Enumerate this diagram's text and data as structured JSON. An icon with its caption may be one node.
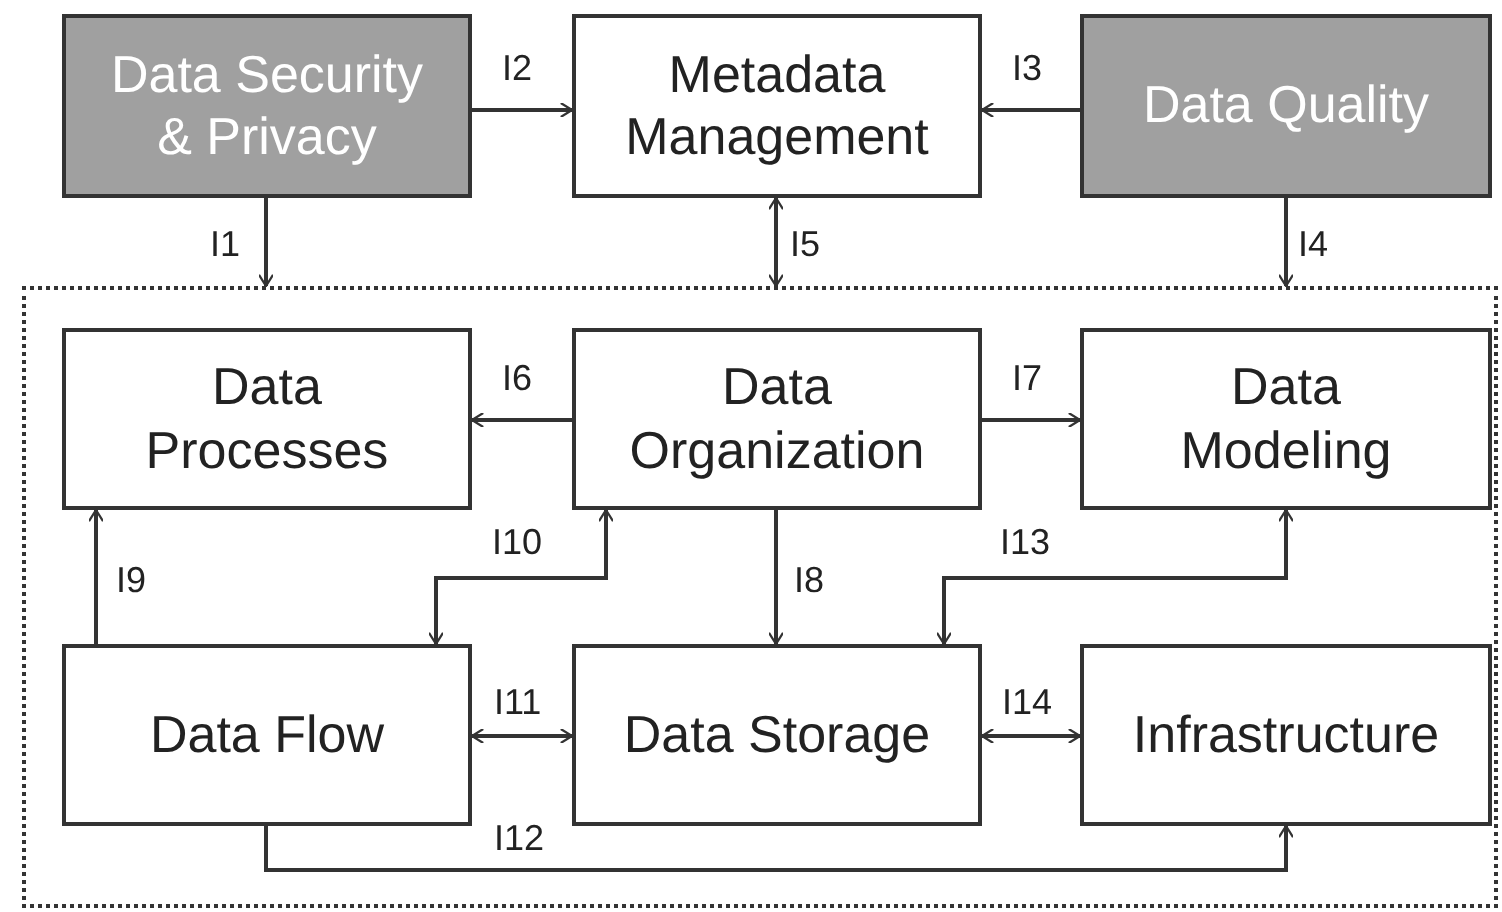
{
  "diagram": {
    "nodes": [
      {
        "text": [
          "Data Security & Privacy"
        ]
      },
      {
        "text": [
          "Metadata Management"
        ]
      },
      {
        "text": [
          "Data Quality"
        ]
      },
      {
        "text": [],
        "shape": "box"
      },
      {
        "text": [
          "Data Processes"
        ],
        "in": 3
      },
      {
        "text": [
          "Data Organization"
        ],
        "in": 3
      },
      {
        "text": [
          "Data Modeling"
        ],
        "in": 3
      },
      {
        "text": [
          "Data Flow"
        ],
        "in": 3
      },
      {
        "text": [
          "Data Storage"
        ],
        "in": 3
      },
      {
        "text": [
          "Infrastructure"
        ],
        "in": 3
      }
    ],
    "edges": [
      {
        "from": 0,
        "to": 3,
        "arrow": "to",
        "label": "I1"
      },
      {
        "from": 0,
        "to": 1,
        "arrow": "to",
        "label": "I2"
      },
      {
        "from": 2,
        "to": 1,
        "arrow": "to",
        "label": "I3"
      },
      {
        "from": 2,
        "to": 3,
        "arrow": "to",
        "label": "I4"
      },
      {
        "from": 1,
        "to": 3,
        "arrow": "both",
        "label": "I5"
      },
      {
        "from": 5,
        "to": 4,
        "arrow": "to",
        "label": "I6"
      },
      {
        "from": 5,
        "to": 6,
        "arrow": "to",
        "label": "I7"
      },
      {
        "from": 5,
        "to": 8,
        "arrow": "to",
        "label": "I8"
      },
      {
        "from": 7,
        "to": 4,
        "arrow": "to",
        "label": "I9"
      },
      {
        "from": 5,
        "to": 7,
        "arrow": "both",
        "label": "I10"
      },
      {
        "from": 7,
        "to": 8,
        "arrow": "both",
        "label": "I11"
      },
      {
        "from": 7,
        "to": 9,
        "arrow": "to",
        "label": "I12"
      },
      {
        "from": 6,
        "to": 8,
        "arrow": "both",
        "label": "I13"
      },
      {
        "from": 8,
        "to": 9,
        "arrow": "both",
        "label": "I14"
      }
    ]
  }
}
